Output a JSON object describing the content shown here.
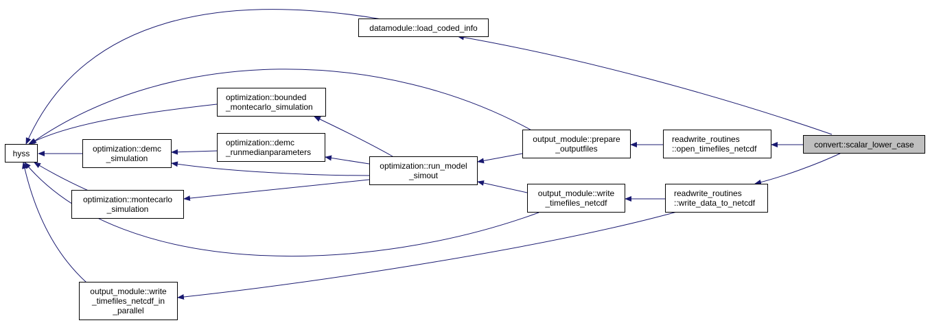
{
  "graph": {
    "nodes": {
      "hyss": {
        "lines": [
          "hyss"
        ]
      },
      "load_coded_info": {
        "lines": [
          "datamodule::load_coded_info"
        ]
      },
      "bounded_mc": {
        "lines": [
          "optimization::bounded",
          "_montecarlo_simulation"
        ]
      },
      "demc_sim": {
        "lines": [
          "optimization::demc",
          "_simulation"
        ]
      },
      "demc_runmedian": {
        "lines": [
          "optimization::demc",
          "_runmedianparameters"
        ]
      },
      "mc_sim": {
        "lines": [
          "optimization::montecarlo",
          "_simulation"
        ]
      },
      "run_model": {
        "lines": [
          "optimization::run_model",
          "_simout"
        ]
      },
      "prepare": {
        "lines": [
          "output_module::prepare",
          "_outputfiles"
        ]
      },
      "write_tf": {
        "lines": [
          "output_module::write",
          "_timefiles_netcdf"
        ]
      },
      "write_tf_par": {
        "lines": [
          "output_module::write",
          "_timefiles_netcdf_in",
          "_parallel"
        ]
      },
      "open_tf": {
        "lines": [
          "readwrite_routines",
          "::open_timefiles_netcdf"
        ]
      },
      "write_data": {
        "lines": [
          "readwrite_routines",
          "::write_data_to_netcdf"
        ]
      },
      "scalar_lower": {
        "lines": [
          "convert::scalar_lower_case"
        ]
      }
    },
    "edge_color": "#191970",
    "highlight_fill": "#bfbfbf"
  }
}
